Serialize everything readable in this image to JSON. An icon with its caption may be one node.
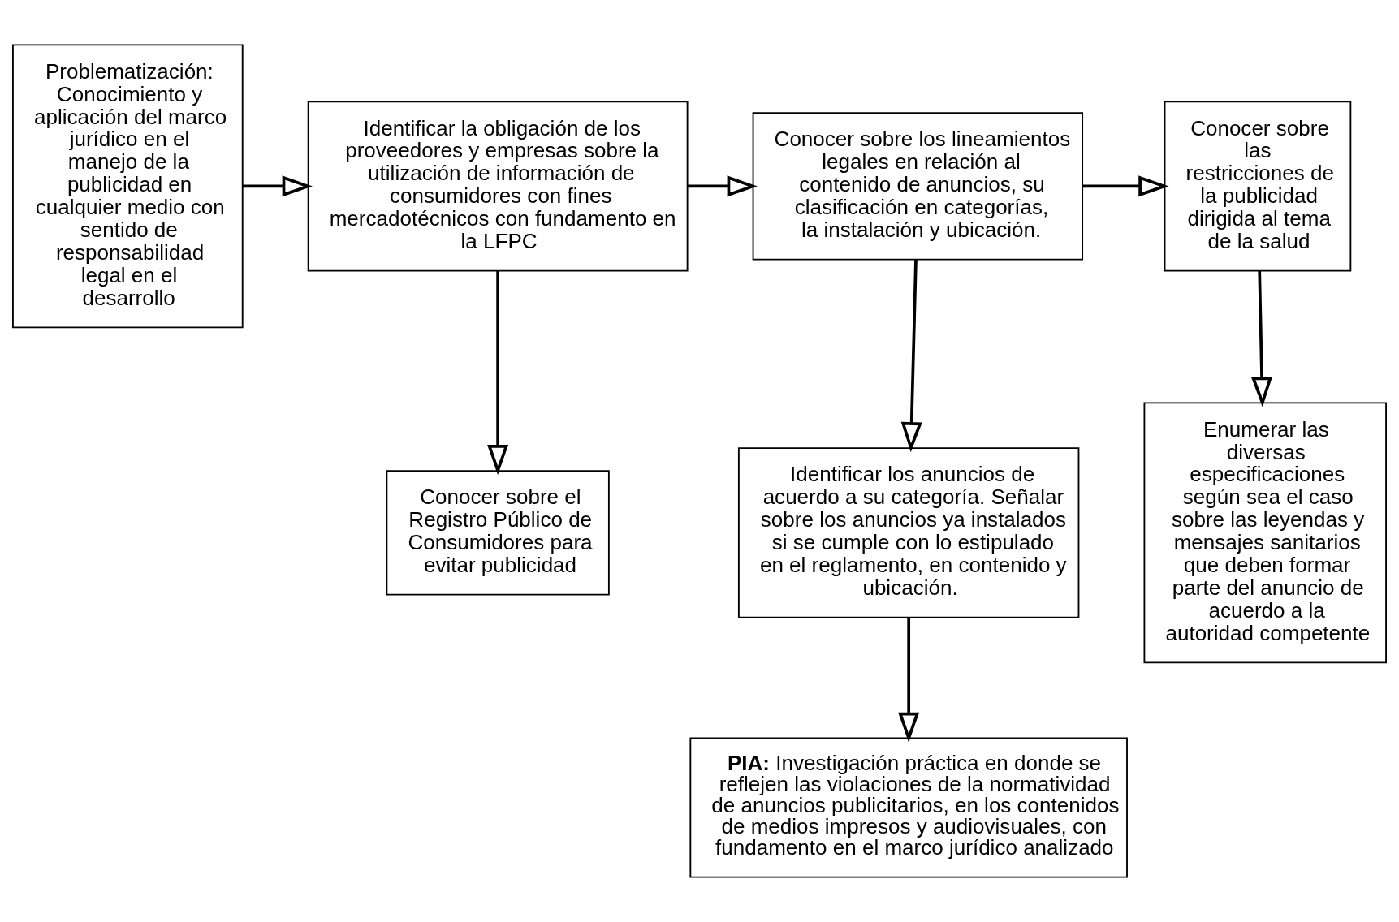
{
  "diagram": {
    "nodes": [
      {
        "text": [
          "Problematización: Conocimiento y aplicación del marco jurídico en el manejo de la publicidad en cualquier medio con sentido de responsabilidad legal en el desarrollo"
        ]
      },
      {
        "text": [
          "Identificar la obligación de los proveedores y empresas sobre la utilización de información de consumidores con fines mercadotécnicos con fundamento en la LFPC"
        ]
      },
      {
        "text": [
          "Conocer sobre el Registro Público de Consumidores para evitar publicidad"
        ]
      },
      {
        "text": [
          "Conocer sobre los lineamientos legales en relación al contenido de anuncios, su clasificación en categorías, la instalación y ubicación."
        ]
      },
      {
        "text": [
          "Identificar los anuncios de acuerdo a su categoría. Señalar sobre los anuncios ya instalados si se cumple con lo estipulado en el reglamento, en contenido y ubicación."
        ]
      },
      {
        "text": [
          "Conocer sobre las restricciones de la publicidad dirigida al tema de la salud"
        ]
      },
      {
        "text": [
          "Enumerar las diversas especificaciones según sea el caso sobre las leyendas y mensajes sanitarios que deben formar parte del anuncio de acuerdo a la autoridad competente"
        ]
      },
      {
        "text": [
          "**PIA:** Investigación práctica en donde se reflejen las violaciones de la normatividad de anuncios publicitarios, en los contenidos de medios impresos y audiovisuales, con fundamento en el marco jurídico analizado"
        ]
      }
    ],
    "edges": [
      {
        "from": 0,
        "to": 1,
        "arrow": "to"
      },
      {
        "from": 1,
        "to": 2,
        "arrow": "to"
      },
      {
        "from": 1,
        "to": 3,
        "arrow": "to"
      },
      {
        "from": 3,
        "to": 4,
        "arrow": "to"
      },
      {
        "from": 3,
        "to": 5,
        "arrow": "to"
      },
      {
        "from": 5,
        "to": 6,
        "arrow": "to"
      },
      {
        "from": 4,
        "to": 7,
        "arrow": "to"
      }
    ]
  }
}
